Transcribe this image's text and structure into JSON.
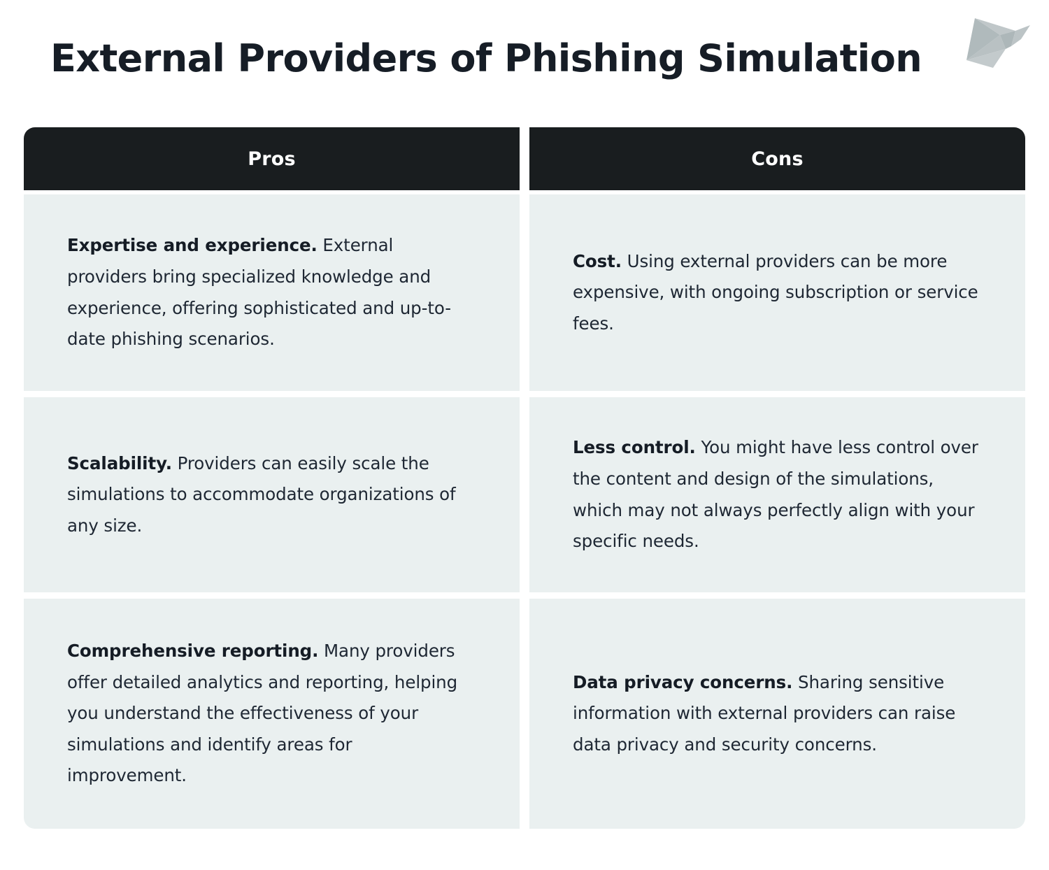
{
  "page": {
    "title": "External Providers of Phishing Simulation",
    "background_color": "#ffffff",
    "title_color": "#161d26"
  },
  "logo": {
    "name": "origami-bird-logo",
    "color": "#b8c0c2"
  },
  "table": {
    "header_bg": "#191d1f",
    "header_text_color": "#ffffff",
    "cell_bg": "#eaf0f0",
    "cell_text_color": "#1e2733",
    "columns": [
      {
        "key": "pros",
        "header": "Pros"
      },
      {
        "key": "cons",
        "header": "Cons"
      }
    ],
    "rows": [
      {
        "pros": {
          "lead": "Expertise and experience.",
          "body": " External providers bring specialized knowledge and experience, offering sophisticated and up-to-date phishing scenarios."
        },
        "cons": {
          "lead": "Cost.",
          "body": " Using external providers can be more expensive, with ongoing subscription or service fees."
        }
      },
      {
        "pros": {
          "lead": "Scalability.",
          "body": " Providers can easily scale the simulations to accommodate organizations of any size."
        },
        "cons": {
          "lead": "Less control.",
          "body": " You might have less control over the content and design of the simulations, which may not always perfectly align with your specific needs."
        }
      },
      {
        "pros": {
          "lead": "Comprehensive reporting.",
          "body": " Many providers offer detailed analytics and reporting, helping you understand the effectiveness of your simulations and identify areas for improvement."
        },
        "cons": {
          "lead": "Data privacy concerns.",
          "body": " Sharing sensitive information with external providers can raise data privacy and security concerns."
        }
      }
    ]
  }
}
